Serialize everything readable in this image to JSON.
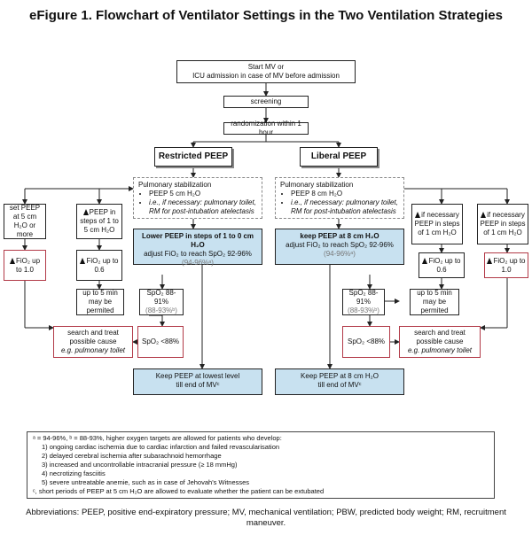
{
  "title": "eFigure 1. Flowchart of Ventilator Settings in the Two Ventilation Strategies",
  "start": {
    "line1": "Start MV or",
    "line2": "ICU admission in case of MV before admission"
  },
  "screening": "screening",
  "randomization": "randomization within 1 hour",
  "restricted": {
    "label": "Restricted PEEP",
    "stab_title": "Pulmonary stabilization",
    "stab_item1": "PEEP 5 cm H₂O",
    "stab_item2_prefix": "i.e., if necessary: pulmonary toilet,",
    "stab_item2_suffix": "RM for post-intubation atelectasis",
    "target_head": "Lower PEEP in steps of 1 to 0 cm H₂O",
    "target_line2": "adjust FiO₂ to reach SpO₂ 92-96%",
    "target_line3": "(94-96%ᵃ)",
    "left_set_peep": "set PEEP at 5 cm H₂O or more",
    "left_fio2": "FiO₂ up to 1.0",
    "left_peep_steps": "PEEP in steps of 1 to 5 cm H₂O",
    "left_fio2_06": "FiO₂ up to 0.6",
    "up_to_5": "up to 5 min may be permited",
    "spo2_88_91": "SpO₂ 88-91%",
    "spo2_88_93": "(88-93%ᵇ)",
    "search_line1": "search and treat",
    "search_line2": "possible cause",
    "search_line3": "e.g. pulmonary toilet",
    "spo2_lt88": "SpO₂ <88%",
    "keep_line1": "Keep PEEP at lowest level",
    "keep_line2": "till end of MVᶜ"
  },
  "liberal": {
    "label": "Liberal PEEP",
    "stab_title": "Pulmonary stabilization",
    "stab_item1": "PEEP 8 cm H₂O",
    "stab_item2_prefix": "i.e., if necessary: pulmonary toilet,",
    "stab_item2_suffix": "RM for post-intubation atelectasis",
    "target_head": "keep PEEP at 8 cm H₂O",
    "target_line2": "adjust FiO₂ to reach SpO₂ 92-96%",
    "target_line3": "(94-96%ᵃ)",
    "right_if_nec_a": "if necessary PEEP in steps of 1 cm H₂O",
    "right_if_nec_b": "if necessary PEEP in steps of 1 cm H₂O",
    "right_fio2_06": "FiO₂ up to 0.6",
    "right_fio2_10": "FiO₂ up to 1.0",
    "up_to_5": "up to 5 min may be permited",
    "spo2_88_91": "SpO₂ 88-91%",
    "spo2_88_93": "(88-93%ᵇ)",
    "search_line1": "search and treat",
    "search_line2": "possible cause",
    "search_line3": "e.g. pulmonary toilet",
    "spo2_lt88": "SpO₂ <88%",
    "keep_line1": "Keep PEEP at 8 cm H₂O",
    "keep_line2": "till end of MVᶜ"
  },
  "footnote": {
    "line1": "ᵃ = 94-96%, ᵇ = 88-93%, higher oxygen targets are allowed for patients who develop:",
    "items": [
      "1) ongoing cardiac ischemia due to cardiac infarction and failed revascularisation",
      "2) delayed cerebral ischemia after subarachnoid hemorrhage",
      "3) increased and uncontrollable intracranial pressure (≥ 18 mmHg)",
      "4) necrotizing fasciitis",
      "5) severe untreatable anemie, such as in case of Jehovah's Witnesses"
    ],
    "line_c": "ᶜ, short periods of PEEP at 5 cm H₂O are allowed to evaluate whether the patient can be extubated"
  },
  "abbreviations": "Abbreviations: PEEP, positive end-expiratory pressure; MV, mechanical ventilation; PBW, predicted body weight; RM, recruitment maneuver.",
  "colors": {
    "blue_box": "#c8e1f0",
    "red_border": "#b23a48"
  }
}
